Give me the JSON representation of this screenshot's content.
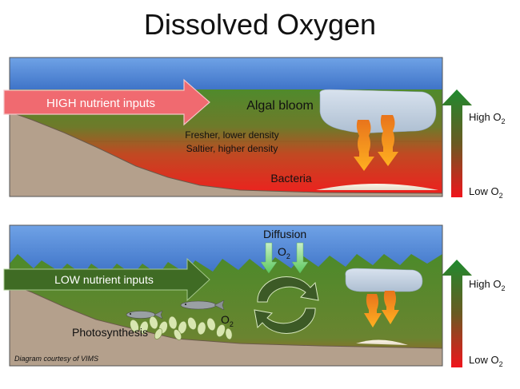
{
  "title": "Dissolved Oxygen",
  "top_panel": {
    "arrow_label": "HIGH nutrient inputs",
    "algal_bloom": "Algal bloom",
    "fresher": "Fresher, lower density",
    "saltier": "Saltier, higher density",
    "bacteria": "Bacteria",
    "scale_high": "High O",
    "scale_low": "Low O",
    "scale_sub": "2"
  },
  "bottom_panel": {
    "arrow_label": "LOW nutrient inputs",
    "diffusion": "Diffusion",
    "o2_top": "O",
    "o2_right": "O",
    "o2_sub": "2",
    "photosynthesis": "Photosynthesis",
    "credit": "Diagram courtesy of VIMS",
    "scale_high": "High O",
    "scale_low": "Low O",
    "scale_sub": "2"
  },
  "colors": {
    "sky": "#5b8fd8",
    "water_green": "#4f8a2c",
    "water_red": "#e82a1e",
    "seabed": "#b4a08c",
    "high_arrow": "#f06a70",
    "low_arrow": "#3f6b24",
    "orange": "#f5a020"
  }
}
